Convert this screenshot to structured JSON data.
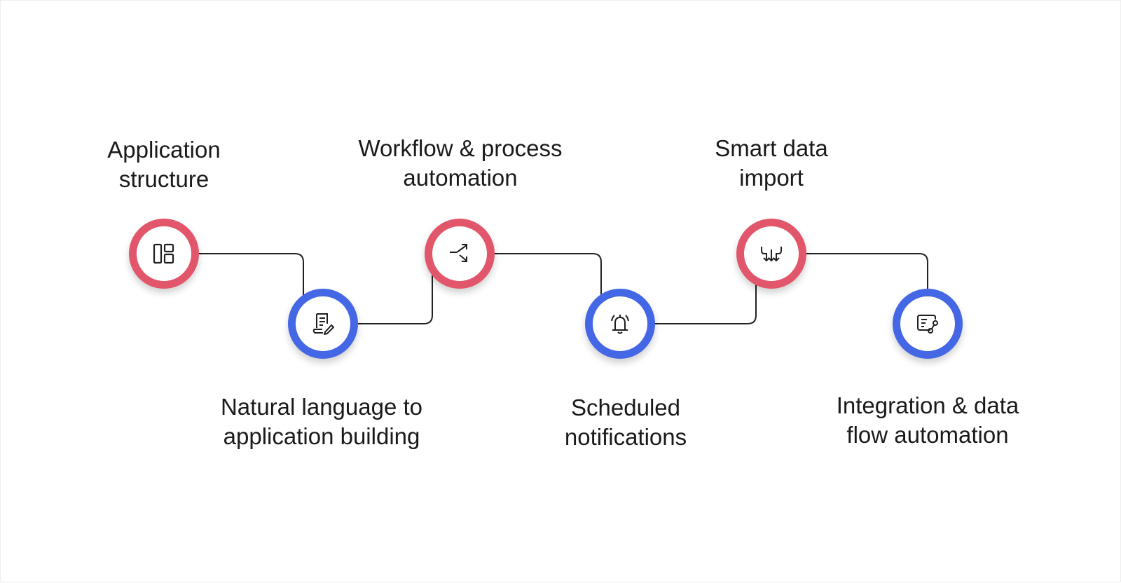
{
  "colors": {
    "red": "#e2566b",
    "blue": "#4467e5",
    "line": "#222222",
    "text": "#1a1a1a"
  },
  "steps": [
    {
      "icon": "layout-icon",
      "color": "red",
      "label_lines": [
        "Application",
        "structure"
      ]
    },
    {
      "icon": "document-edit-icon",
      "color": "blue",
      "label_lines": [
        "Natural language to",
        "application building"
      ]
    },
    {
      "icon": "workflow-arrows-icon",
      "color": "red",
      "label_lines": [
        "Workflow & process",
        "automation"
      ]
    },
    {
      "icon": "alarm-bell-icon",
      "color": "blue",
      "label_lines": [
        "Scheduled",
        "notifications"
      ]
    },
    {
      "icon": "import-arrows-icon",
      "color": "red",
      "label_lines": [
        "Smart data",
        "import"
      ]
    },
    {
      "icon": "data-flow-icon",
      "color": "blue",
      "label_lines": [
        "Integration & data",
        "flow automation"
      ]
    }
  ]
}
